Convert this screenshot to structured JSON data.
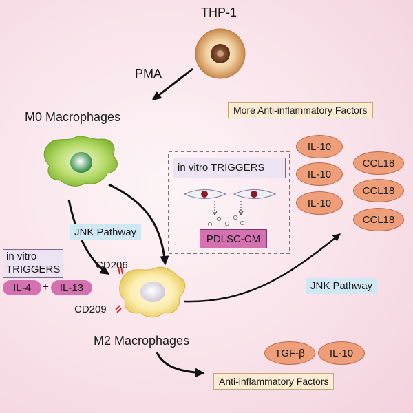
{
  "cell_line": "THP-1",
  "stimulus": "PMA",
  "m0_label": "M0 Macrophages",
  "m2_label": "M2 Macrophages",
  "left_triggers": {
    "line1": "in vitro",
    "line2": "TRIGGERS",
    "cytokine_a": "IL-4",
    "plus": "+",
    "cytokine_b": "IL-13"
  },
  "jnk_left": "JNK Pathway",
  "jnk_right": "JNK Pathway",
  "markers": [
    "CD206",
    "CD209"
  ],
  "center_triggers": {
    "label": "in vitro TRIGGERS",
    "medium": "PDLSC-CM"
  },
  "more_factors": {
    "title": "More Anti-inflammatory Factors",
    "col1": [
      "IL-10",
      "IL-10",
      "IL-10"
    ],
    "col2": [
      "CCL18",
      "CCL18",
      "CCL18"
    ]
  },
  "anti_factors": {
    "title": "Anti-inflammatory Factors",
    "items": [
      "TGF-β",
      "IL-10"
    ]
  },
  "colors": {
    "oval_fill": "#ee9e78",
    "magenta": "#d472b1",
    "info_box": "#cfe8f4",
    "factor_box": "#fbecd3",
    "m0_cell": "#8cc63f",
    "m2_cell": "#f7e28a"
  }
}
